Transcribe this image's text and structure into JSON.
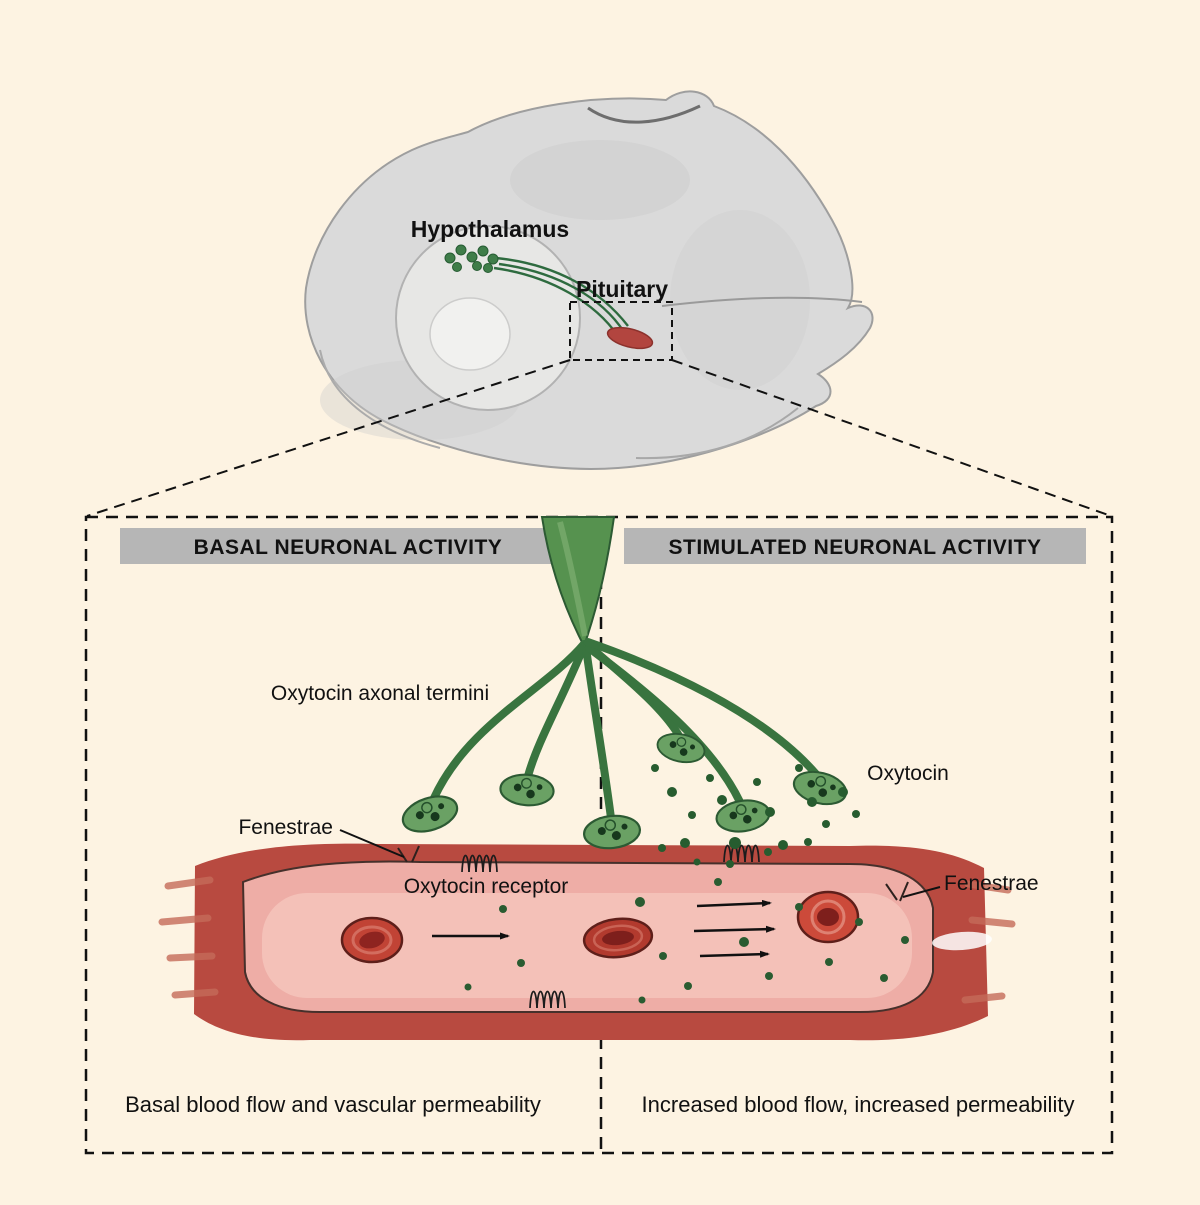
{
  "brain": {
    "hypothalamus_label": "Hypothalamus",
    "pituitary_label": "Pituitary"
  },
  "panels": {
    "left": {
      "header": "BASAL NEURONAL ACTIVITY",
      "axonal_termini_label": "Oxytocin axonal termini",
      "fenestrae_label": "Fenestrae",
      "oxytocin_receptor_label": "Oxytocin receptor",
      "caption": "Basal blood flow and vascular permeability"
    },
    "right": {
      "header": "STIMULATED NEURONAL ACTIVITY",
      "oxytocin_label": "Oxytocin",
      "fenestrae_label": "Fenestrae",
      "caption": "Increased blood flow, increased permeability"
    }
  },
  "colors": {
    "background": "#fdf3e2",
    "header_bg": "#b6b6b6",
    "neuron_green": "#3a7d46",
    "terminus_green": "#6aa164",
    "oxytocin_dot_green": "#275c2f",
    "vessel_red": "#b84a40",
    "lumen_pink": "#eeada6",
    "rbc_red": "#c14335",
    "pituitary_red": "#b2453f",
    "outline_black": "#111111",
    "brain_gray": "#dadada"
  }
}
